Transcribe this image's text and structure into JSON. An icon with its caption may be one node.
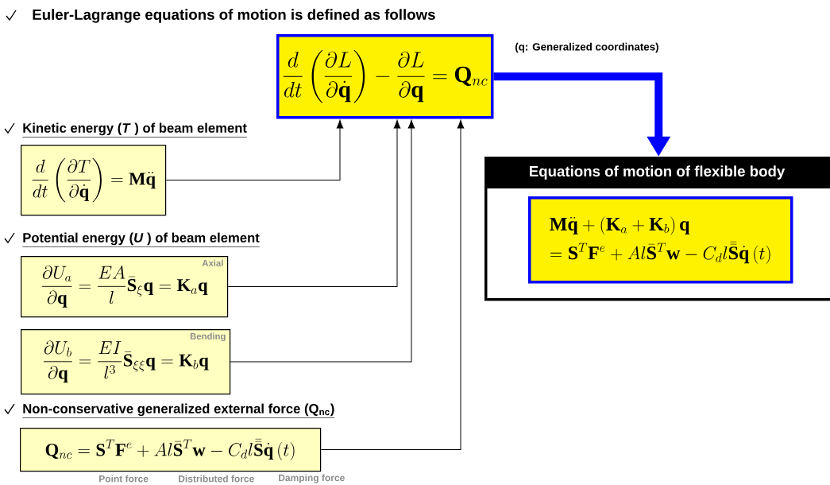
{
  "diagram": {
    "title": "Euler-Lagrange equations of motion is defined as follows",
    "nodes": [
      {
        "text": [
          "\\frac{d}{dt}\\left(\\frac{\\partial L}{\\partial\\dot{\\mathbf{q}}}\\right)-\\frac{\\partial L}{\\partial\\mathbf{q}}=\\mathbf{Q}_{nc}"
        ],
        "beside": [
          "(q: Generalized coordinates)"
        ]
      },
      {
        "text": [
          "Equations of motion of flexible body"
        ]
      },
      {
        "text": [
          "\\mathbf{M}\\ddot{\\mathbf{q}}+\\left(\\mathbf{K}_a+\\mathbf{K}_b\\right)\\mathbf{q}",
          "=\\mathbf{S}^T\\mathbf{F}^e+Al\\bar{\\mathbf{S}}^T\\mathbf{w}-C_d l\\bar{\\bar{\\mathbf{S}}}\\dot{\\mathbf{q}}\\left(t\\right)"
        ],
        "in": 1
      },
      {
        "text": [
          "\\frac{d}{dt}\\left(\\frac{\\partial T}{\\partial\\dot{\\mathbf{q}}}\\right)=\\mathbf{M}\\ddot{\\mathbf{q}}"
        ]
      },
      {
        "text": [
          "Axial",
          "\\frac{\\partial U_a}{\\partial\\mathbf{q}}=\\frac{EA}{l}\\bar{\\mathbf{S}}_{\\xi}\\mathbf{q}=\\mathbf{K}_a\\mathbf{q}"
        ]
      },
      {
        "text": [
          "Bending",
          "\\frac{\\partial U_b}{\\partial\\mathbf{q}}=\\frac{EI}{l^3}\\bar{\\mathbf{S}}_{\\xi\\xi}\\mathbf{q}=\\mathbf{K}_b\\mathbf{q}"
        ]
      },
      {
        "text": [
          "\\mathbf{Q}_{nc}=\\mathbf{S}^T\\mathbf{F}^e+Al\\bar{\\mathbf{S}}^T\\mathbf{w}-C_d l\\bar{\\bar{\\mathbf{S}}}\\dot{\\mathbf{q}}\\left(t\\right)"
        ],
        "beside": [
          "Point force",
          "Distributed force",
          "Damping force"
        ]
      }
    ],
    "edges": [
      {
        "from": 0,
        "to": 1,
        "arrow": "to",
        "style": "thick",
        "color": "#0000ff"
      },
      {
        "from": 3,
        "to": 0,
        "arrow": "to"
      },
      {
        "from": 4,
        "to": 0,
        "arrow": "to"
      },
      {
        "from": 5,
        "to": 0,
        "arrow": "to"
      },
      {
        "from": 6,
        "to": 0,
        "arrow": "to"
      }
    ],
    "labels": [
      "Kinetic energy (*T* ) of beam element",
      "Potential energy (*U* ) of beam element",
      "Non-conservative generalized external force (**Q**$_{nc}$)"
    ]
  }
}
